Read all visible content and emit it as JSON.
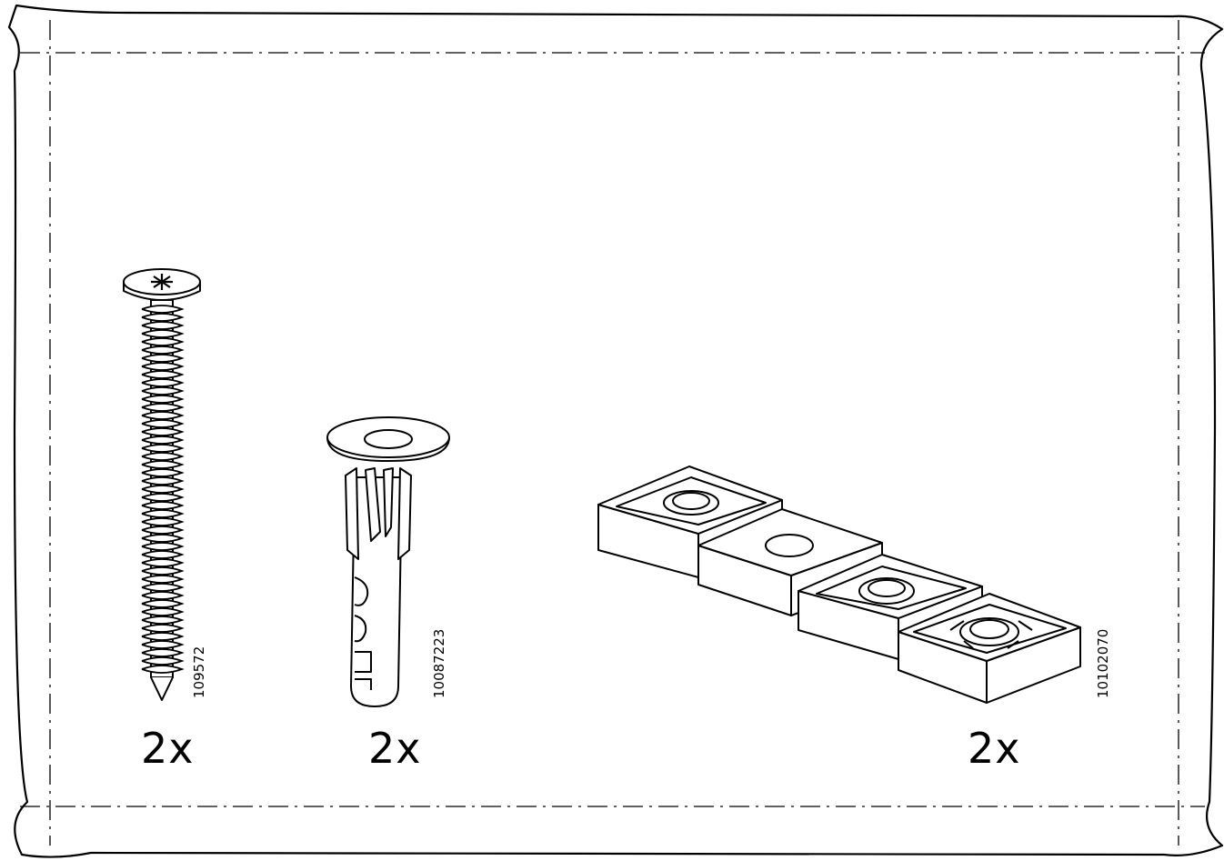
{
  "parts": [
    {
      "name": "screw",
      "code": "109572",
      "quantity": "2x"
    },
    {
      "name": "wall-plug",
      "code": "10087223",
      "quantity": "2x"
    },
    {
      "name": "mounting-bracket",
      "code": "10102070",
      "quantity": "2x"
    }
  ]
}
